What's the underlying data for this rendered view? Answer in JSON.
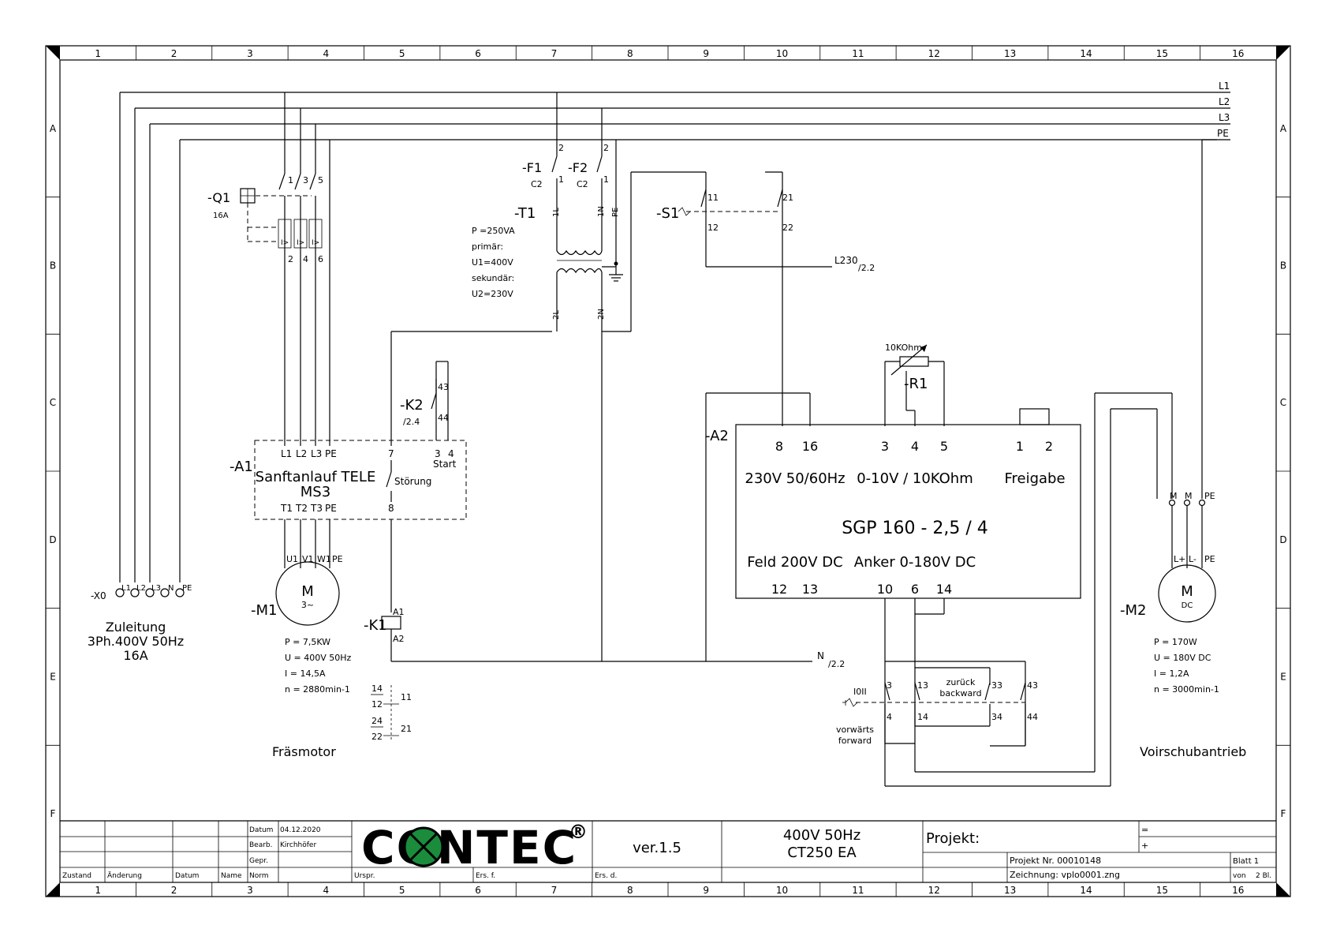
{
  "columns": [
    "1",
    "2",
    "3",
    "4",
    "5",
    "6",
    "7",
    "8",
    "9",
    "10",
    "11",
    "12",
    "13",
    "14",
    "15",
    "16"
  ],
  "rows": [
    "A",
    "B",
    "C",
    "D",
    "E",
    "F"
  ],
  "buses": [
    "L1",
    "L2",
    "L3",
    "PE"
  ],
  "feed": {
    "tag": "-X0",
    "terminals": [
      "L1",
      "L2",
      "L3",
      "N",
      "PE"
    ],
    "caption": [
      "Zuleitung",
      "3Ph.400V 50Hz",
      "16A"
    ]
  },
  "q1": {
    "tag": "-Q1",
    "rating": "16A",
    "top": [
      "1",
      "3",
      "5"
    ],
    "bottom": [
      "2",
      "4",
      "6"
    ],
    "trip": "I>"
  },
  "a1": {
    "tag": "-A1",
    "name": "Sanftanlauf TELE",
    "model": "MS3",
    "in": [
      "L1",
      "L2",
      "L3",
      "PE"
    ],
    "out": [
      "T1",
      "T2",
      "T3",
      "PE"
    ],
    "t7": "7",
    "t8": "8",
    "t3": "3",
    "t4": "4",
    "fault": "Störung",
    "start": "Start"
  },
  "k2": {
    "tag": "-K2",
    "ref": "/2.4",
    "c1": "43",
    "c2": "44"
  },
  "m1": {
    "tag": "-M1",
    "symbol": "M",
    "phase": "3~",
    "terminals": [
      "U1",
      "V1",
      "W1",
      "PE"
    ],
    "specs": [
      "P = 7,5KW",
      "U = 400V 50Hz",
      "I = 14,5A",
      "n = 2880min-1"
    ],
    "caption": "Fräsmotor"
  },
  "k1": {
    "tag": "-K1",
    "a1": "A1",
    "a2": "A2",
    "contacts": [
      [
        "14",
        "12",
        "11"
      ],
      [
        "24",
        "22",
        "21"
      ]
    ]
  },
  "fuses": {
    "f1": "-F1",
    "f2": "-F2",
    "type": "C2",
    "p1": "1",
    "p2": "2"
  },
  "t1": {
    "tag": "-T1",
    "p1": "1L",
    "p2": "1N",
    "pe": "PE",
    "s1": "2L",
    "s2": "2N",
    "specs": [
      "P =250VA",
      "primär:",
      "U1=400V",
      "sekundär:",
      "U2=230V"
    ]
  },
  "s1": {
    "tag": "-S1",
    "c": [
      "11",
      "12",
      "21",
      "22"
    ]
  },
  "l230": {
    "label": "L230",
    "ref": "/2.2"
  },
  "n_ref": {
    "label": "N",
    "ref": "/2.2"
  },
  "r1": {
    "tag": "-R1",
    "value": "10KOhm"
  },
  "a2": {
    "tag": "-A2",
    "top": [
      "8",
      "16",
      "3",
      "4",
      "5",
      "1",
      "2"
    ],
    "labels": [
      "230V 50/60Hz",
      "0-10V / 10KOhm",
      "Freigabe"
    ],
    "model": "SGP 160 - 2,5 / 4",
    "lower": [
      "Feld 200V DC",
      "Anker 0-180V DC"
    ],
    "bottom": [
      "12",
      "13",
      "10",
      "6",
      "14"
    ]
  },
  "dir_switch": {
    "label": "I0II",
    "contacts": [
      "3",
      "4",
      "13",
      "14",
      "33",
      "34",
      "43",
      "44"
    ],
    "forward": [
      "vorwärts",
      "forward"
    ],
    "backward": [
      "zurück",
      "backward"
    ]
  },
  "m2": {
    "tag": "-M2",
    "symbol": "M",
    "kind": "DC",
    "top": [
      "M",
      "M",
      "PE"
    ],
    "terminals": [
      "L+",
      "L-",
      "PE"
    ],
    "specs": [
      "P = 170W",
      "U = 180V DC",
      "I = 1,2A",
      "n = 3000min-1"
    ],
    "caption": "Voirschubantrieb"
  },
  "title_block": {
    "datum_label": "Datum",
    "datum": "04.12.2020",
    "bearb_label": "Bearb.",
    "bearb": "Kirchhöfer",
    "gepr_label": "Gepr.",
    "norm_label": "Norm",
    "zustand": "Zustand",
    "aenderung": "Änderung",
    "datum2": "Datum",
    "name": "Name",
    "urspr": "Urspr.",
    "ersf": "Ers. f.",
    "ersd": "Ers. d.",
    "logo": "CONTEC",
    "reg": "®",
    "version": "ver.1.5",
    "title1": "400V 50Hz",
    "title2": "CT250 EA",
    "projekt": "Projekt:",
    "eq": "=",
    "plus": "+",
    "projekt_nr": "Projekt Nr. 00010148",
    "zeichnung": "Zeichnung:  vplo0001.zng",
    "blatt": "Blatt 1",
    "von": "von",
    "bl": "2 Bl."
  }
}
